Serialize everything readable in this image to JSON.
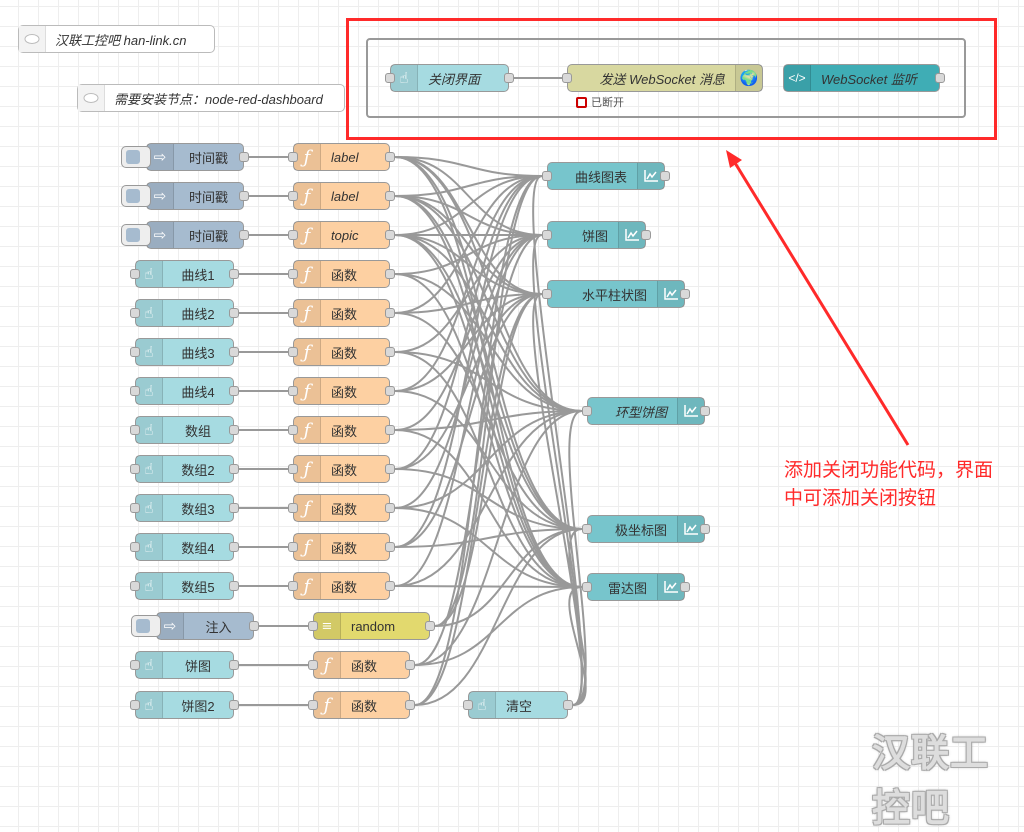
{
  "comments": [
    {
      "id": "c1",
      "text": "汉联工控吧 han-link.cn"
    },
    {
      "id": "c2",
      "text": "需要安装节点：node-red-dashboard"
    }
  ],
  "group": {
    "nodes": [
      {
        "id": "g1",
        "type": "ui-button",
        "label": "关闭界面",
        "icon": "hand-pointer-icon"
      },
      {
        "id": "g2",
        "type": "websocket-out",
        "label": "发送 WebSocket 消息",
        "icon": "globe-icon",
        "status": "已断开",
        "status_color": "#cc0000"
      },
      {
        "id": "g3",
        "type": "websocket-in",
        "label": "WebSocket 监听",
        "icon": "code-icon"
      }
    ]
  },
  "sources": [
    {
      "id": "s1",
      "type": "inject",
      "label": "时间戳"
    },
    {
      "id": "s2",
      "type": "inject",
      "label": "时间戳"
    },
    {
      "id": "s3",
      "type": "inject",
      "label": "时间戳"
    },
    {
      "id": "s4",
      "type": "ui-button",
      "label": "曲线1"
    },
    {
      "id": "s5",
      "type": "ui-button",
      "label": "曲线2"
    },
    {
      "id": "s6",
      "type": "ui-button",
      "label": "曲线3"
    },
    {
      "id": "s7",
      "type": "ui-button",
      "label": "曲线4"
    },
    {
      "id": "s8",
      "type": "ui-button",
      "label": "数组"
    },
    {
      "id": "s9",
      "type": "ui-button",
      "label": "数组2"
    },
    {
      "id": "s10",
      "type": "ui-button",
      "label": "数组3"
    },
    {
      "id": "s11",
      "type": "ui-button",
      "label": "数组4"
    },
    {
      "id": "s12",
      "type": "ui-button",
      "label": "数组5"
    },
    {
      "id": "s13",
      "type": "inject",
      "label": "注入"
    },
    {
      "id": "s14",
      "type": "ui-button",
      "label": "饼图"
    },
    {
      "id": "s15",
      "type": "ui-button",
      "label": "饼图2"
    }
  ],
  "functions": [
    {
      "id": "f1",
      "type": "function",
      "label": "label"
    },
    {
      "id": "f2",
      "type": "function",
      "label": "label"
    },
    {
      "id": "f3",
      "type": "function",
      "label": "topic"
    },
    {
      "id": "f4",
      "type": "function",
      "label": "函数"
    },
    {
      "id": "f5",
      "type": "function",
      "label": "函数"
    },
    {
      "id": "f6",
      "type": "function",
      "label": "函数"
    },
    {
      "id": "f7",
      "type": "function",
      "label": "函数"
    },
    {
      "id": "f8",
      "type": "function",
      "label": "函数"
    },
    {
      "id": "f9",
      "type": "function",
      "label": "函数"
    },
    {
      "id": "f10",
      "type": "function",
      "label": "函数"
    },
    {
      "id": "f11",
      "type": "function",
      "label": "函数"
    },
    {
      "id": "f12",
      "type": "function",
      "label": "函数"
    },
    {
      "id": "f13",
      "type": "template",
      "label": "random"
    },
    {
      "id": "f14",
      "type": "function",
      "label": "函数"
    },
    {
      "id": "f15",
      "type": "function",
      "label": "函数"
    }
  ],
  "charts": [
    {
      "id": "k1",
      "label": "曲线图表"
    },
    {
      "id": "k2",
      "label": "饼图"
    },
    {
      "id": "k3",
      "label": "水平柱状图"
    },
    {
      "id": "k4",
      "label": "环型饼图"
    },
    {
      "id": "k5",
      "label": "极坐标图"
    },
    {
      "id": "k6",
      "label": "雷达图"
    }
  ],
  "clear_button": {
    "id": "cl",
    "type": "ui-button",
    "label": "清空"
  },
  "annotation": {
    "line1": "添加关闭功能代码，界面",
    "line2": "中可添加关闭按钮",
    "color": "#ff2a2a"
  },
  "watermark": "汉联工控吧",
  "colors": {
    "inject": "#a6bbcf",
    "ui_button": "#a6dbe1",
    "function": "#fdd0a2",
    "template": "#e2d96e",
    "chart": "#77c5cc",
    "wire": "#999999"
  }
}
